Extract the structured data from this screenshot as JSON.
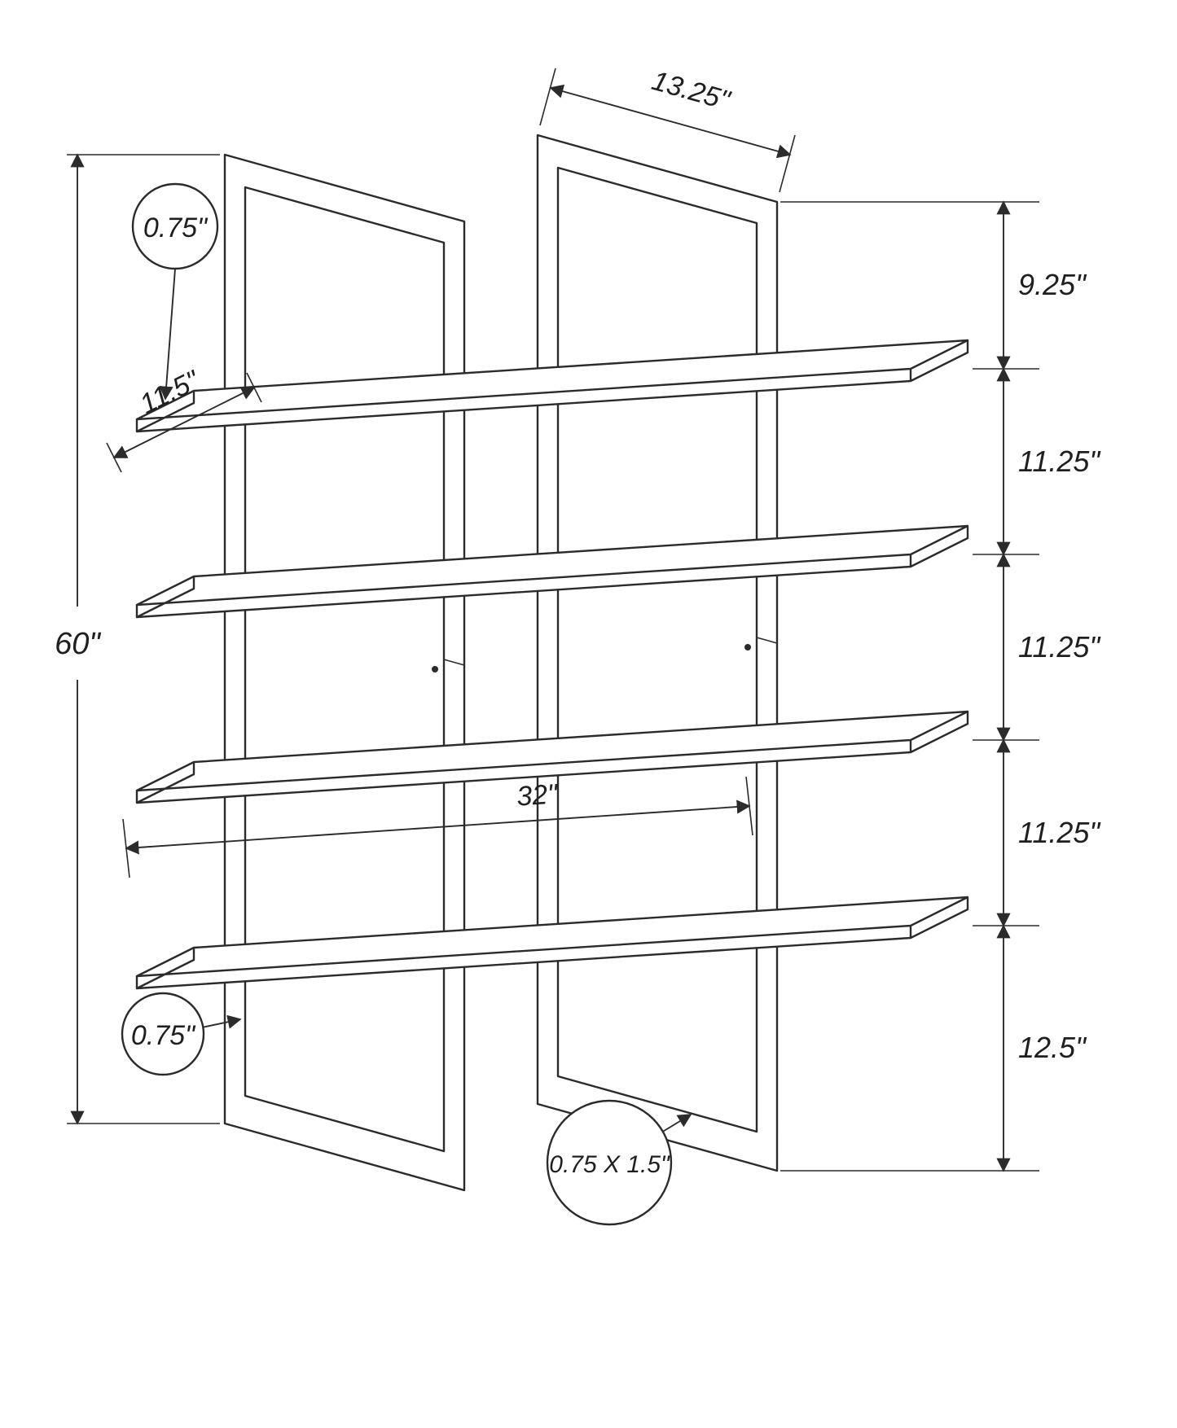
{
  "diagram": {
    "title": "bookcase-dimension-drawing",
    "background": "#ffffff",
    "line_color": "#2b2b2b",
    "dimensions": {
      "top_depth": "13.25\"",
      "total_height": "60\"",
      "shelf_length": "32\"",
      "shelf_depth": "11.5\"",
      "shelf_thickness": "0.75\"",
      "leg_width": "0.75\"",
      "tube_profile": "0.75 X 1.5\"",
      "right_chain": [
        "9.25\"",
        "11.25\"",
        "11.25\"",
        "11.25\"",
        "12.5\""
      ]
    }
  }
}
